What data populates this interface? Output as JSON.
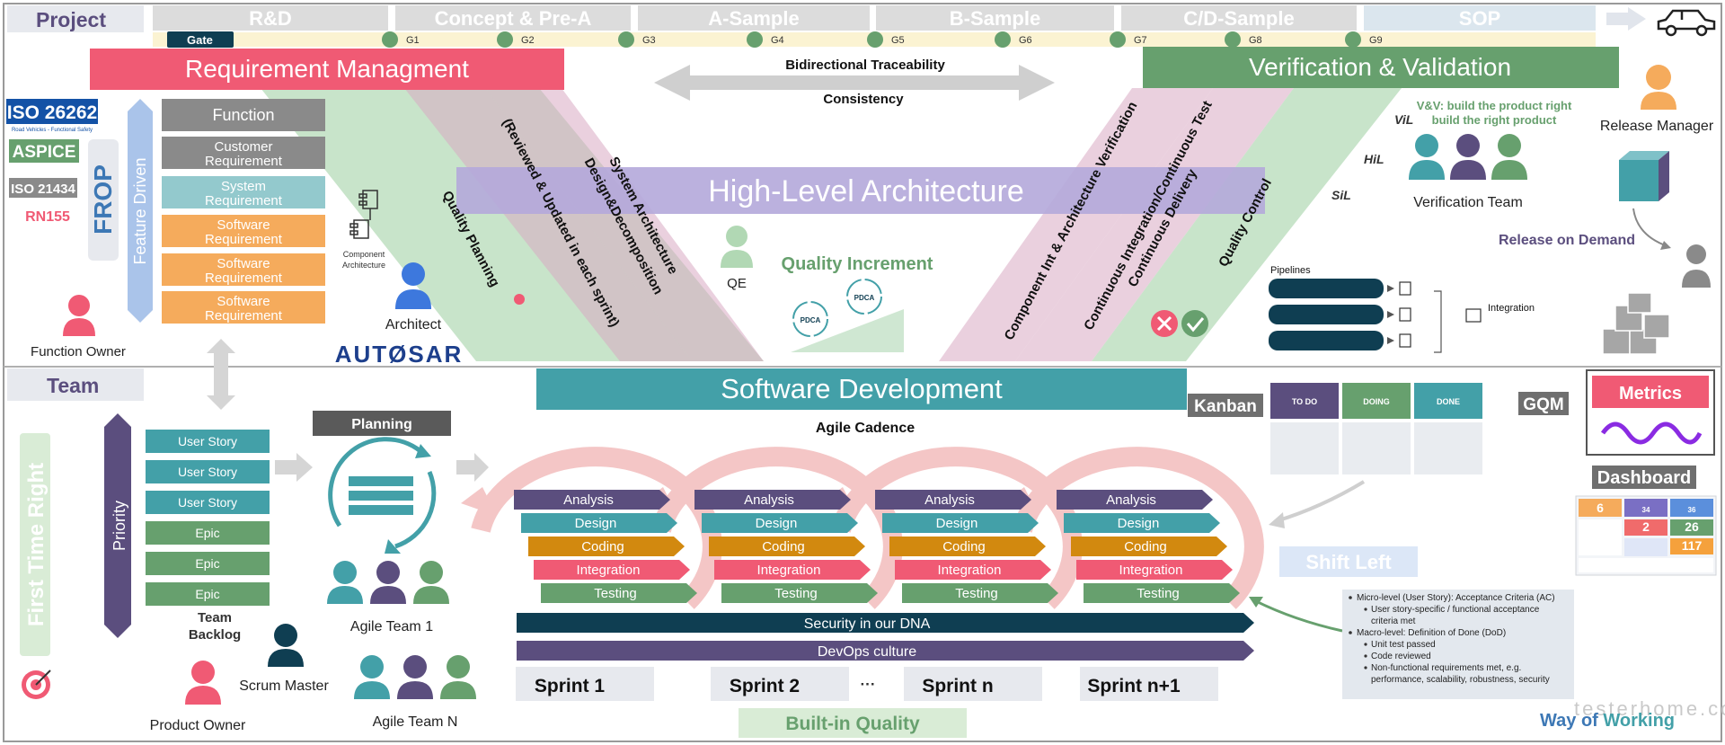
{
  "project_section": {
    "label": "Project",
    "phases": [
      "R&D",
      "Concept & Pre-A",
      "A-Sample",
      "B-Sample",
      "C/D-Sample",
      "SOP"
    ],
    "gate_label": "Gate",
    "gates": [
      "G1",
      "G2",
      "G3",
      "G4",
      "G5",
      "G6",
      "G7",
      "G8",
      "G9"
    ],
    "requirement_management": "Requirement Managment",
    "verification_validation": "Verification & Validation",
    "bidirectional": "Bidirectional Traceability",
    "consistency": "Consistency",
    "standards": {
      "iso26262": "ISO 26262",
      "iso26262_sub": "Road Vehicles - Functional Safety",
      "aspice": "ASPICE",
      "iso21434": "ISO 21434",
      "rn155": "RN155"
    },
    "frop": "FROP",
    "feature_driven": "Feature Driven",
    "requirements": [
      {
        "line1": "Function",
        "line2": ""
      },
      {
        "line1": "Customer",
        "line2": "Requirement"
      },
      {
        "line1": "System",
        "line2": "Requirement"
      },
      {
        "line1": "Software",
        "line2": "Requirement"
      },
      {
        "line1": "Software",
        "line2": "Requirement"
      },
      {
        "line1": "Software",
        "line2": "Requirement"
      }
    ],
    "function_owner": "Function Owner",
    "component_architecture": {
      "line1": "Component",
      "line2": "Architecture"
    },
    "architect": "Architect",
    "autosar": "AUTØSAR",
    "left_diagonals": [
      "Quality Planning",
      "(Reviewed & Updated in each sprint)",
      "System Architecture",
      "Design&Decomposition"
    ],
    "right_diagonals": [
      "Component Int & Architecture Verification",
      "Continuous Integration/Continuous Test",
      "Continuous Delivery",
      "Quality Control"
    ],
    "high_level_architecture": "High-Level Architecture",
    "qe": "QE",
    "quality_increment": "Quality Increment",
    "pdca": "PDCA",
    "vil": "ViL",
    "hil": "HiL",
    "sil": "SiL",
    "vv_note_line1": "V&V: build the product right",
    "vv_note_line2": "build the right product",
    "verification_team": "Verification Team",
    "release_manager": "Release Manager",
    "release_on_demand": "Release on Demand",
    "pipelines": "Pipelines",
    "integration": "Integration"
  },
  "team_section": {
    "label": "Team",
    "first_time_right": "First Time Right",
    "priority": "Priority",
    "backlog_items": [
      "User Story",
      "User Story",
      "User Story",
      "Epic",
      "Epic",
      "Epic"
    ],
    "team_backlog": {
      "line1": "Team",
      "line2": "Backlog"
    },
    "planning": "Planning",
    "agile_team_1": "Agile Team 1",
    "agile_team_n": "Agile Team N",
    "scrum_master": "Scrum Master",
    "product_owner": "Product Owner",
    "software_development": "Software Development",
    "agile_cadence": "Agile Cadence",
    "sprint_steps": [
      "Analysis",
      "Design",
      "Coding",
      "Integration",
      "Testing"
    ],
    "security": "Security in our DNA",
    "devops": "DevOps culture",
    "sprints": [
      "Sprint 1",
      "Sprint 2",
      "Sprint n",
      "Sprint n+1"
    ],
    "ellipsis": "···",
    "built_in_quality": "Built-in Quality",
    "kanban": "Kanban",
    "kanban_columns": [
      "TO DO",
      "DOING",
      "DONE"
    ],
    "gqm": "GQM",
    "metrics": "Metrics",
    "dashboard": "Dashboard",
    "dashboard_values": [
      "6",
      "34",
      "36",
      "2",
      "26",
      "117"
    ],
    "shift_left": "Shift Left",
    "dod": {
      "micro": "Micro-level (User Story): Acceptance Criteria (AC)",
      "micro_sub_1": "User story-specific / functional acceptance",
      "micro_sub_2": "criteria met",
      "macro": "Macro-level: Definition of Done (DoD)",
      "macro_items": [
        "Unit test passed",
        "Code reviewed"
      ],
      "macro_nf_1": "Non-functional requirements met, e.g.",
      "macro_nf_2": "performance, scalability, robustness, security"
    },
    "watermark": "testerhome.com",
    "way_of": "Way of",
    "working": "Working"
  },
  "colors": {
    "red": "#f05a74",
    "green": "#67a06e",
    "purple": "#5b4e7e",
    "teal": "#43a0a8",
    "orange": "#f5ab5c",
    "gray": "#8a8a8a",
    "lavender": "#b4a9da",
    "navy": "#0f3e52"
  }
}
